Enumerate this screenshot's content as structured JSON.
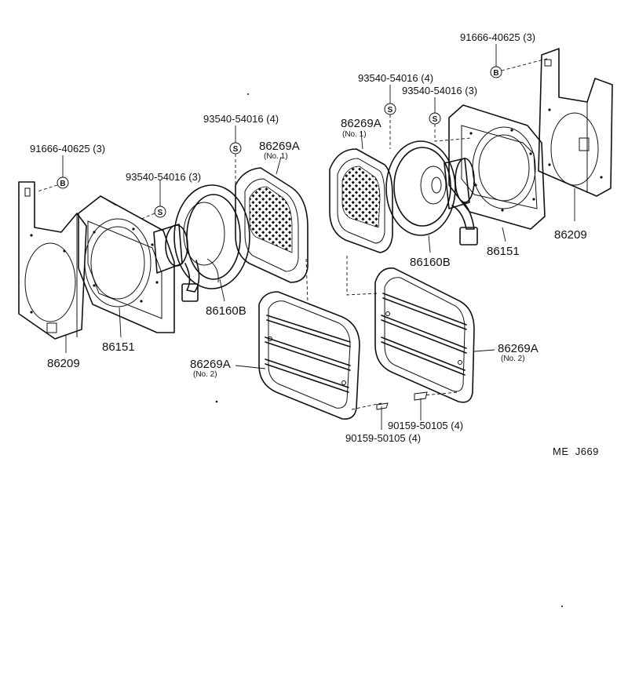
{
  "diagram_code": "ME  J669",
  "symbols": {
    "bolt": "B",
    "screw": "S"
  },
  "left_assembly": {
    "bracket_bolt": "91666-40625 (3)",
    "tweeter_screw": "93540-54016 (4)",
    "speaker_screw": "93540-54016 (3)",
    "grille_no1_part": "86269A",
    "grille_no1_sub": "(No. 1)",
    "speaker_part": "86160B",
    "housing_part": "86151",
    "bracket_part": "86209",
    "grille_no2_part": "86269A",
    "grille_no2_sub": "(No. 2)",
    "grille_screw": "90159-50105 (4)"
  },
  "right_assembly": {
    "bracket_bolt": "91666-40625 (3)",
    "tweeter_screw": "93540-54016 (4)",
    "speaker_screw": "93540-54016 (3)",
    "grille_no1_part": "86269A",
    "grille_no1_sub": "(No. 1)",
    "speaker_part": "86160B",
    "housing_part": "86151",
    "bracket_part": "86209",
    "grille_no2_part": "86269A",
    "grille_no2_sub": "(No. 2)",
    "grille_screw": "90159-50105 (4)"
  }
}
